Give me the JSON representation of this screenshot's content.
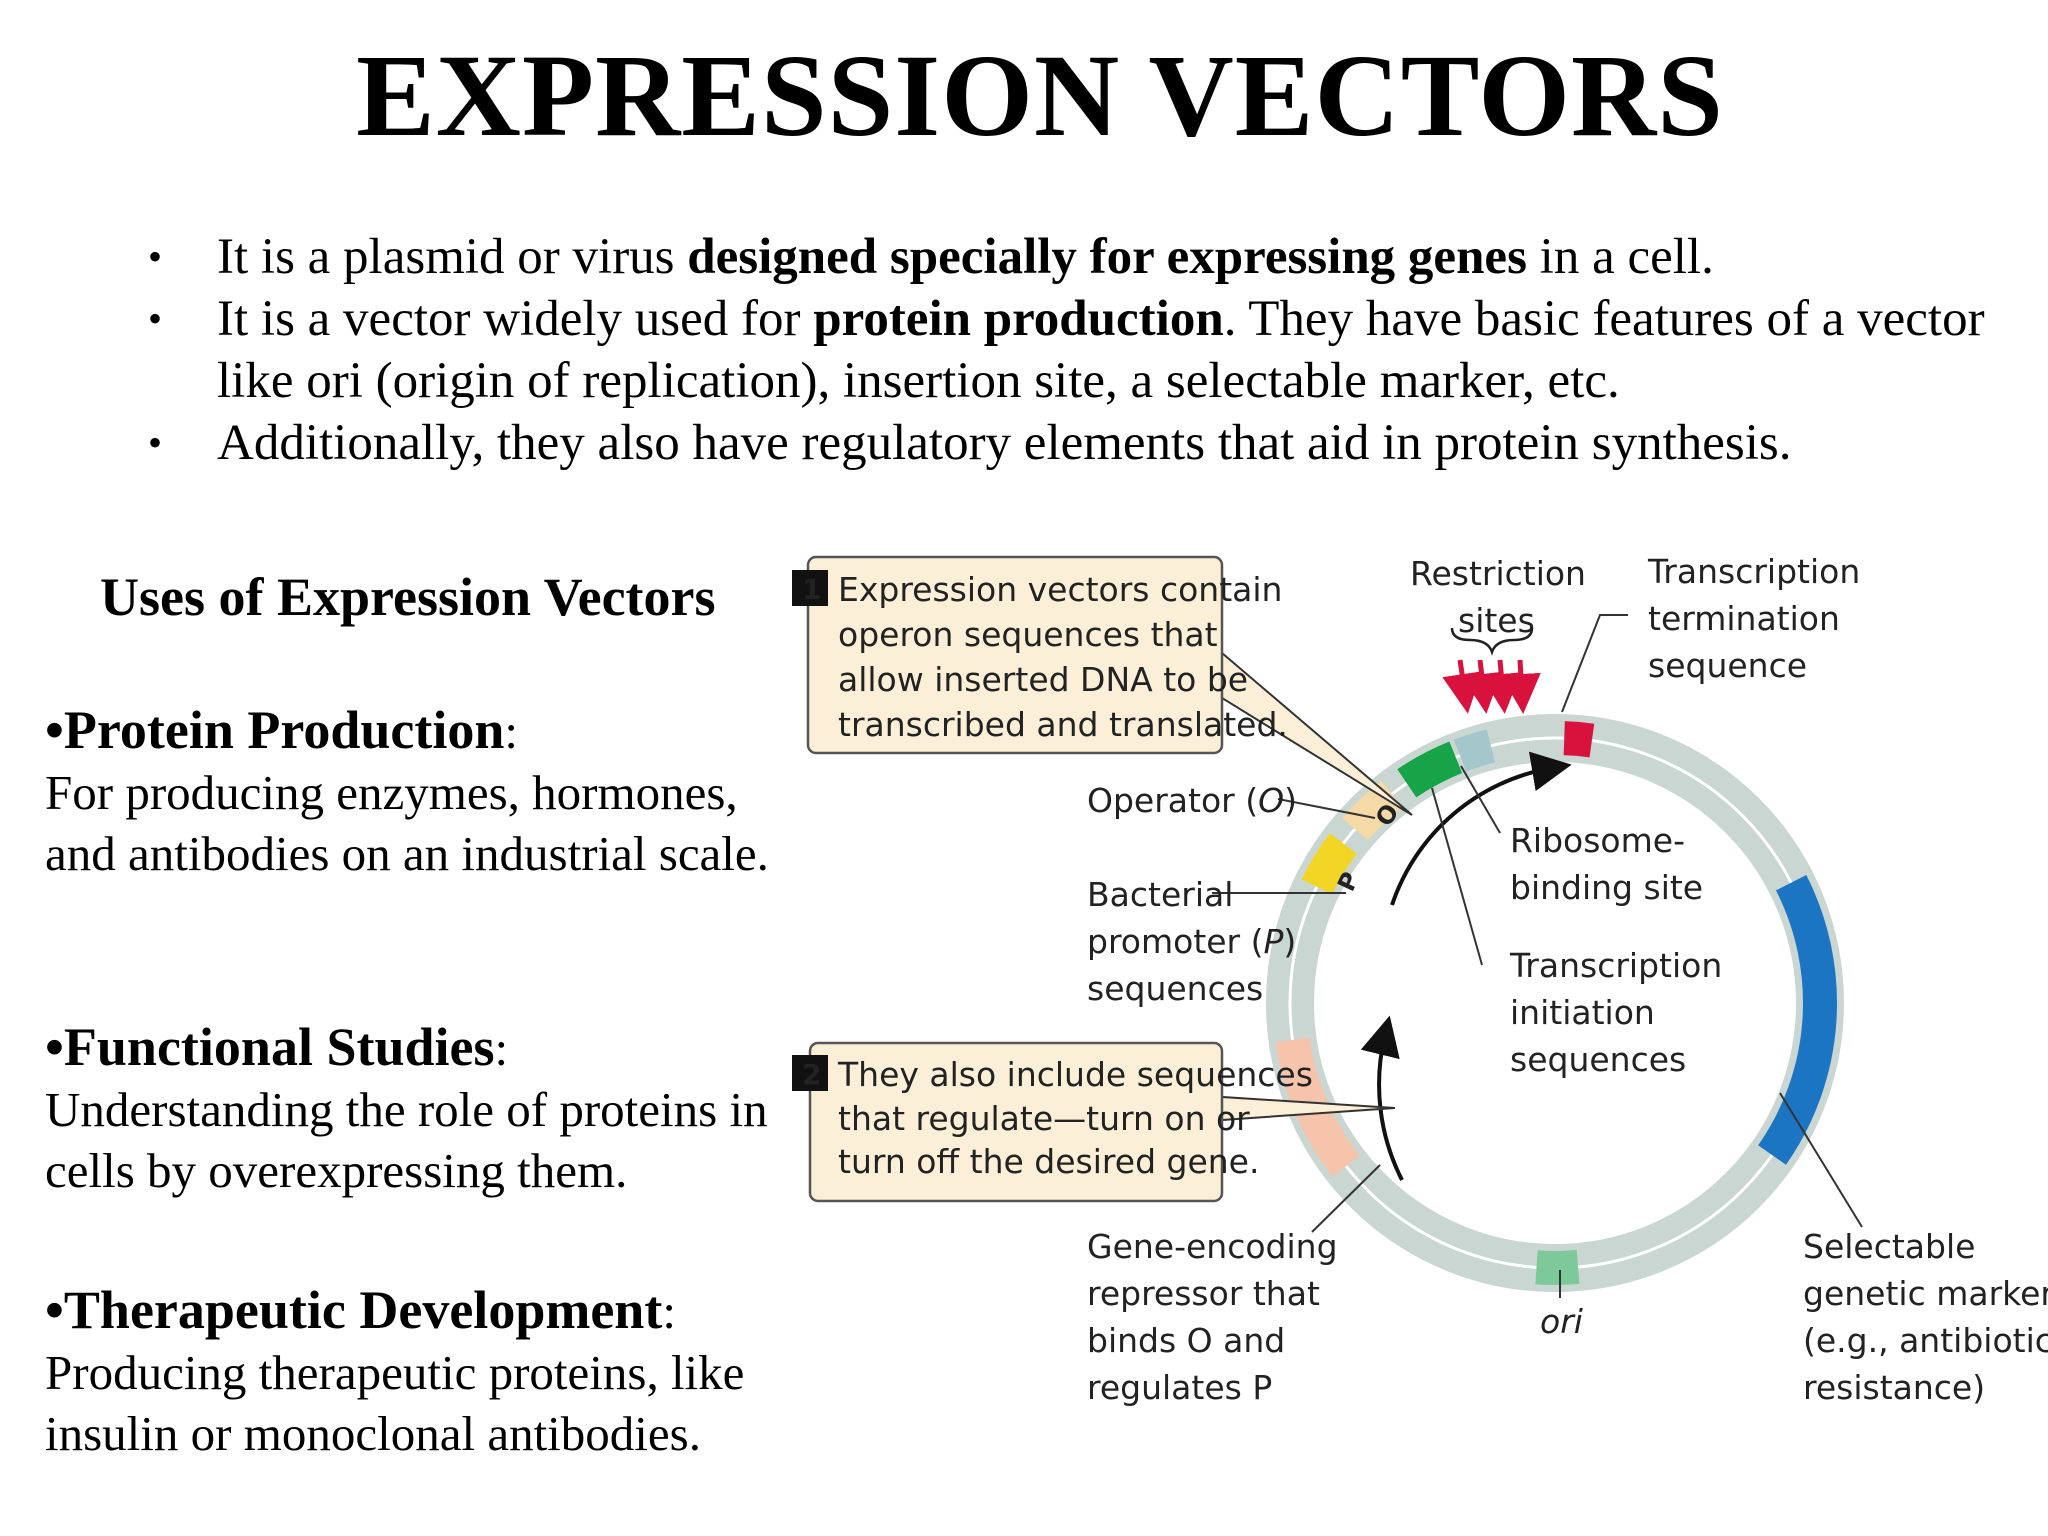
{
  "title": "EXPRESSION VECTORS",
  "bullets": [
    {
      "pre": "It is a plasmid or virus ",
      "bold": "designed specially for expressing genes",
      "post": " in a cell."
    },
    {
      "pre": "It is a vector widely used for ",
      "bold": "protein production",
      "post": ". They have basic features of a vector like ori (origin of replication), insertion site, a selectable marker, etc."
    },
    {
      "pre": "Additionally, they also have regulatory elements that aid in protein synthesis.",
      "bold": "",
      "post": ""
    }
  ],
  "uses": {
    "title": "Uses of Expression Vectors",
    "items": [
      {
        "head": "Protein Production",
        "text": "For producing enzymes, hormones, and antibodies on an industrial scale."
      },
      {
        "head": "Functional Studies",
        "text": "Understanding the role of proteins in cells by overexpressing them."
      },
      {
        "head": "Therapeutic Development",
        "text": "Producing therapeutic proteins, like insulin or monoclonal antibodies."
      }
    ]
  },
  "diagram": {
    "box1": {
      "number": "1",
      "lines": [
        "Expression vectors contain",
        "operon sequences that",
        "allow inserted DNA to be",
        "transcribed and translated."
      ]
    },
    "box2": {
      "number": "2",
      "lines": [
        "They also include sequences",
        "that regulate—turn on or",
        "turn off the desired gene."
      ]
    },
    "labels": {
      "restriction": [
        "Restriction",
        "sites"
      ],
      "termination": [
        "Transcription",
        "termination",
        "sequence"
      ],
      "operator_pre": "Operator (",
      "operator_italic": "O",
      "operator_post": ")",
      "promoter_line1": "Bacterial",
      "promoter_pre": "promoter (",
      "promoter_italic": "P",
      "promoter_post": ")",
      "promoter_line3": "sequences",
      "ribosome": [
        "Ribosome-",
        "binding site"
      ],
      "initiation": [
        "Transcription",
        "initiation",
        "sequences"
      ],
      "repressor": [
        "Gene-encoding",
        "repressor that",
        "binds O and",
        "regulates P"
      ],
      "ori": "ori",
      "marker": [
        "Selectable",
        "genetic marker",
        "(e.g., antibiotic",
        "resistance)"
      ],
      "o_letter": "O",
      "p_letter": "P"
    },
    "colors": {
      "ring": "#c9d6d1",
      "box_fill": "#fbefd8",
      "box_stroke": "#555555",
      "operator": "#f5d9a6",
      "promoter": "#f3d526",
      "green": "#17a347",
      "rbs": "#a4c7cc",
      "termination": "#d8123c",
      "marker": "#1b75c2",
      "ori": "#7dc99a",
      "repressor": "#f6c3ab",
      "arrows": "#d8123c"
    }
  }
}
